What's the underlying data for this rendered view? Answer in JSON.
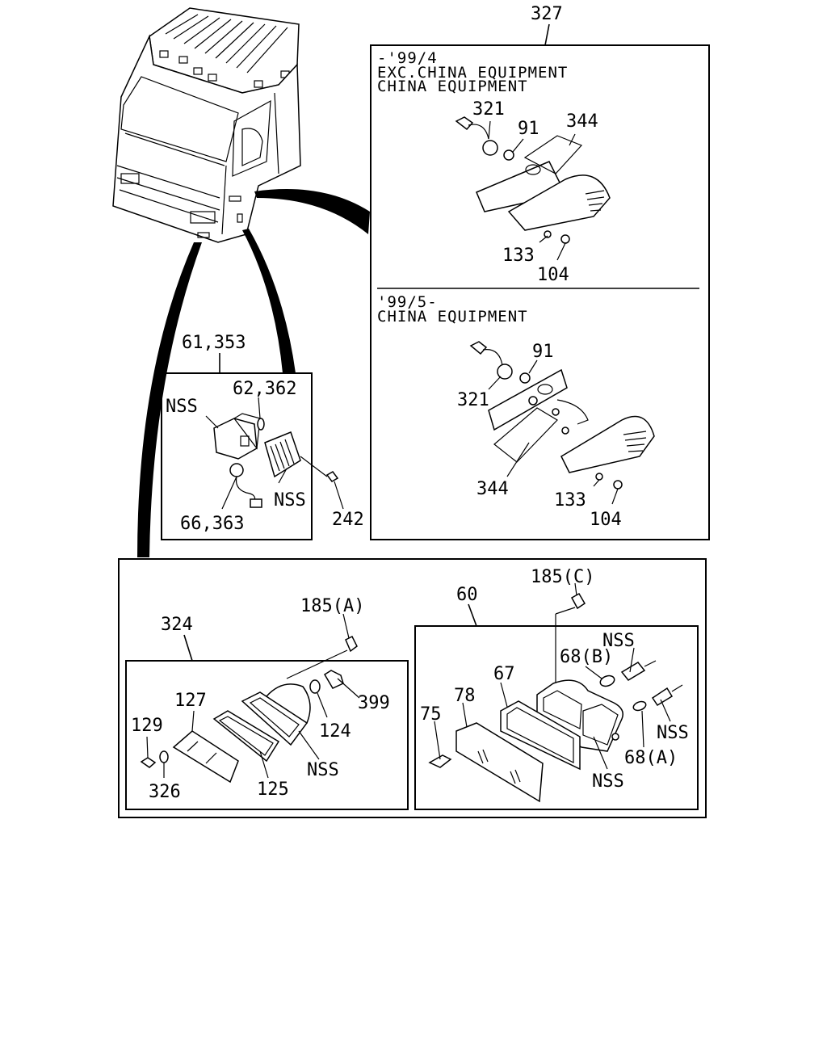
{
  "panels": {
    "p327": {
      "ref": "327",
      "upper": {
        "range": "-'99/4",
        "line1": "EXC.CHINA EQUIPMENT",
        "line2": "CHINA EQUIPMENT",
        "labels": {
          "a": "321",
          "b": "91",
          "c": "344",
          "d": "133",
          "e": "104"
        }
      },
      "lower": {
        "range": "'99/5-",
        "line1": "CHINA EQUIPMENT",
        "labels": {
          "a": "91",
          "b": "321",
          "c": "344",
          "d": "133",
          "e": "104"
        }
      }
    },
    "p61": {
      "ref": "61,353",
      "labels": {
        "a": "62,362",
        "b": "NSS",
        "c": "NSS",
        "d": "66,363",
        "e": "242"
      }
    },
    "p324": {
      "ref": "324",
      "labels": {
        "clip": "185(A)",
        "bulb": "124",
        "socket": "399",
        "lens": "127",
        "screw": "129",
        "washer": "326",
        "gasket": "125",
        "housing": "NSS"
      }
    },
    "p60": {
      "ref": "60",
      "labels": {
        "clip": "185(C)",
        "screw": "75",
        "lens": "78",
        "gasket": "67",
        "bulb_b": "68(B)",
        "nss_top": "NSS",
        "nss_right": "NSS",
        "bulb_a": "68(A)",
        "housing": "NSS"
      }
    }
  }
}
